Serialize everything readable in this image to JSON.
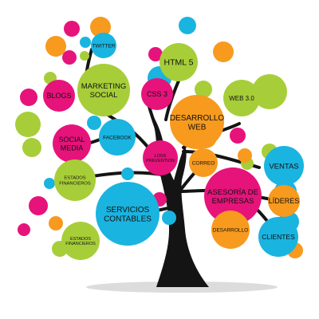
{
  "colors": {
    "trunk": "#141414",
    "shadow": "#dcdcdc",
    "cyan": "#1ab4e0",
    "lime": "#a7ce38",
    "magenta": "#e6137b",
    "orange": "#f79a1e"
  },
  "bubbles": [
    {
      "id": "twitter",
      "lines": [
        "TWITTER"
      ],
      "color": "cyan",
      "icon": "bubble"
    },
    {
      "id": "marketing-social",
      "lines": [
        "MARKETING",
        "SOCIAL"
      ],
      "color": "lime",
      "icon": "bubble"
    },
    {
      "id": "blogs",
      "lines": [
        "BLOGS"
      ],
      "color": "magenta",
      "icon": "bubble"
    },
    {
      "id": "html5",
      "lines": [
        "HTML 5"
      ],
      "color": "lime",
      "icon": "bubble"
    },
    {
      "id": "css3",
      "lines": [
        "CSS 3"
      ],
      "color": "magenta",
      "icon": "bubble"
    },
    {
      "id": "web30",
      "lines": [
        "WEB 3.0"
      ],
      "color": "lime",
      "icon": "bubble"
    },
    {
      "id": "desarrollo-web",
      "lines": [
        "DESARROLLO",
        "WEB"
      ],
      "color": "orange",
      "icon": "bubble"
    },
    {
      "id": "social-media",
      "lines": [
        "SOCIAL",
        "MEDIA"
      ],
      "color": "magenta",
      "icon": "bubble"
    },
    {
      "id": "facebook",
      "lines": [
        "FACEBOOK"
      ],
      "color": "cyan",
      "icon": "bubble"
    },
    {
      "id": "loss-prevention",
      "lines": [
        "LOSS",
        "PREVENTION"
      ],
      "color": "magenta",
      "icon": "bubble"
    },
    {
      "id": "correo",
      "lines": [
        "CORREO"
      ],
      "color": "orange",
      "icon": "bubble"
    },
    {
      "id": "ventas",
      "lines": [
        "VENTAS"
      ],
      "color": "cyan",
      "icon": "bubble"
    },
    {
      "id": "estados-financieros-1",
      "lines": [
        "ESTADOS",
        "FINANCIEROS"
      ],
      "color": "lime",
      "icon": "bubble"
    },
    {
      "id": "asesoria-empresas",
      "lines": [
        "ASESORÍA DE",
        "EMPRESAS"
      ],
      "color": "magenta",
      "icon": "bubble"
    },
    {
      "id": "lideres",
      "lines": [
        "LÍDERES"
      ],
      "color": "orange",
      "icon": "bubble"
    },
    {
      "id": "servicios-contables",
      "lines": [
        "SERVICIOS",
        "CONTABLES"
      ],
      "color": "cyan",
      "icon": "bubble"
    },
    {
      "id": "desarrollo",
      "lines": [
        "DESARROLLO"
      ],
      "color": "orange",
      "icon": "bubble"
    },
    {
      "id": "clientes",
      "lines": [
        "CLIENTES"
      ],
      "color": "cyan",
      "icon": "bubble"
    },
    {
      "id": "estados-financieros-2",
      "lines": [
        "ESTADOS",
        "FINANCIEROS"
      ],
      "color": "lime",
      "icon": "bubble"
    }
  ],
  "decor": [
    {
      "color": "magenta"
    },
    {
      "color": "cyan"
    },
    {
      "color": "orange"
    },
    {
      "color": "lime"
    },
    {
      "color": "lime"
    },
    {
      "color": "orange"
    },
    {
      "color": "magenta"
    },
    {
      "color": "cyan"
    },
    {
      "color": "magenta"
    },
    {
      "color": "orange"
    },
    {
      "color": "lime"
    },
    {
      "color": "cyan"
    },
    {
      "color": "magenta"
    },
    {
      "color": "cyan"
    },
    {
      "color": "orange"
    },
    {
      "color": "lime"
    },
    {
      "color": "lime"
    },
    {
      "color": "magenta"
    },
    {
      "color": "cyan"
    },
    {
      "color": "orange"
    },
    {
      "color": "magenta"
    },
    {
      "color": "lime"
    },
    {
      "color": "cyan"
    },
    {
      "color": "orange"
    },
    {
      "color": "lime"
    },
    {
      "color": "magenta"
    },
    {
      "color": "cyan"
    },
    {
      "color": "lime"
    },
    {
      "color": "orange"
    },
    {
      "color": "cyan"
    },
    {
      "color": "magenta"
    },
    {
      "color": "orange"
    },
    {
      "color": "lime"
    },
    {
      "color": "cyan"
    }
  ]
}
